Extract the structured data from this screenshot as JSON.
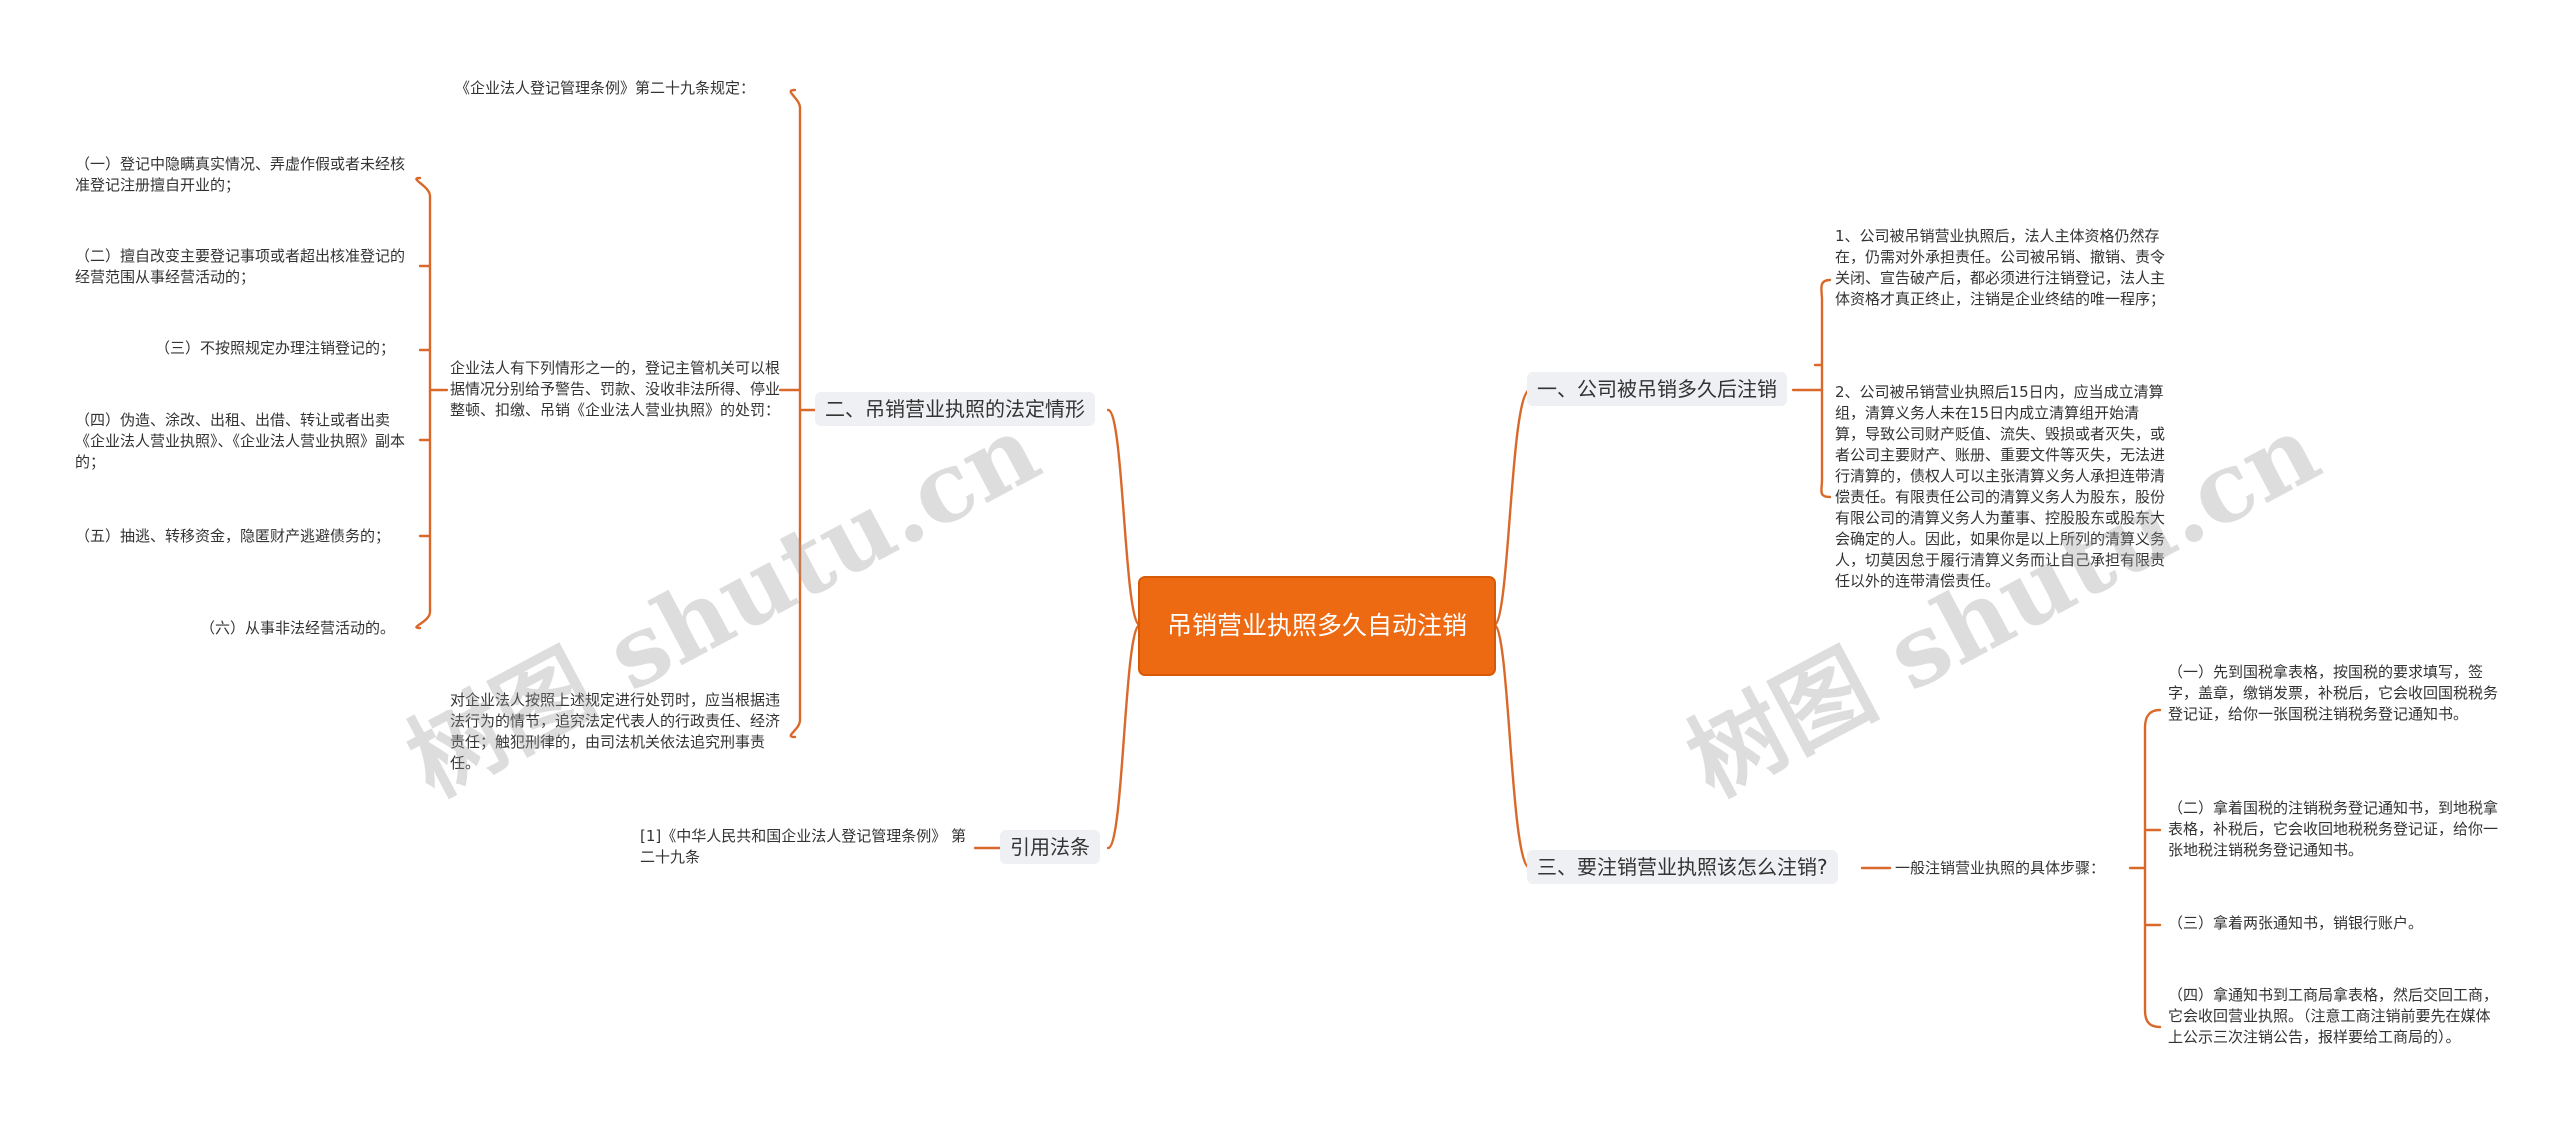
{
  "root": {
    "label": "吊销营业执照多久自动注销"
  },
  "branches": {
    "b1": {
      "label": "一、公司被吊销多久后注销",
      "children": [
        "1、公司被吊销营业执照后，法人主体资格仍然存在，仍需对外承担责任。公司被吊销、撤销、责令关闭、宣告破产后，都必须进行注销登记，法人主体资格才真正终止，注销是企业终结的唯一程序；",
        "2、公司被吊销营业执照后15日内，应当成立清算组，清算义务人未在15日内成立清算组开始清算，导致公司财产贬值、流失、毁损或者灭失，或者公司主要财产、账册、重要文件等灭失，无法进行清算的，债权人可以主张清算义务人承担连带清偿责任。有限责任公司的清算义务人为股东，股份有限公司的清算义务人为董事、控股股东或股东大会确定的人。因此，如果你是以上所列的清算义务人，切莫因怠于履行清算义务而让自己承担有限责任以外的连带清偿责任。"
      ]
    },
    "b2": {
      "label": "二、吊销营业执照的法定情形",
      "children": [
        "《企业法人登记管理条例》第二十九条规定：",
        "企业法人有下列情形之一的，登记主管机关可以根据情况分别给予警告、罚款、没收非法所得、停业整顿、扣缴、吊销《企业法人营业执照》的处罚：",
        "对企业法人按照上述规定进行处罚时，应当根据违法行为的情节，追究法定代表人的行政责任、经济责任；触犯刑律的，由司法机关依法追究刑事责任。"
      ],
      "grandchildren": [
        "（一）登记中隐瞒真实情况、弄虚作假或者未经核准登记注册擅自开业的；",
        "（二）擅自改变主要登记事项或者超出核准登记的经营范围从事经营活动的；",
        "（三）不按照规定办理注销登记的；",
        "（四）伪造、涂改、出租、出借、转让或者出卖《企业法人营业执照》、《企业法人营业执照》副本的；",
        "（五）抽逃、转移资金，隐匿财产逃避债务的；",
        "（六）从事非法经营活动的。"
      ]
    },
    "b3": {
      "label": "三、要注销营业执照该怎么注销?",
      "child": "一般注销营业执照的具体步骤：",
      "steps": [
        "（一）先到国税拿表格，按国税的要求填写，签字，盖章，缴销发票，补税后，它会收回国税税务登记证，给你一张国税注销税务登记通知书。",
        "（二）拿着国税的注销税务登记通知书，到地税拿表格，补税后，它会收回地税税务登记证，给你一张地税注销税务登记通知书。",
        "（三）拿着两张通知书，销银行账户。",
        "（四）拿通知书到工商局拿表格，然后交回工商，它会收回营业执照。（注意工商注销前要先在媒体上公示三次注销公告，报样要给工商局的）。"
      ]
    },
    "b4": {
      "label": "引用法条",
      "child": "[1]《中华人民共和国企业法人登记管理条例》 第二十九条"
    }
  },
  "watermark": {
    "text": "树图 shutu.cn"
  },
  "colors": {
    "root_fill": "#ee6a12",
    "line": "#d9692a",
    "branch_fill": "#eef0f3"
  }
}
